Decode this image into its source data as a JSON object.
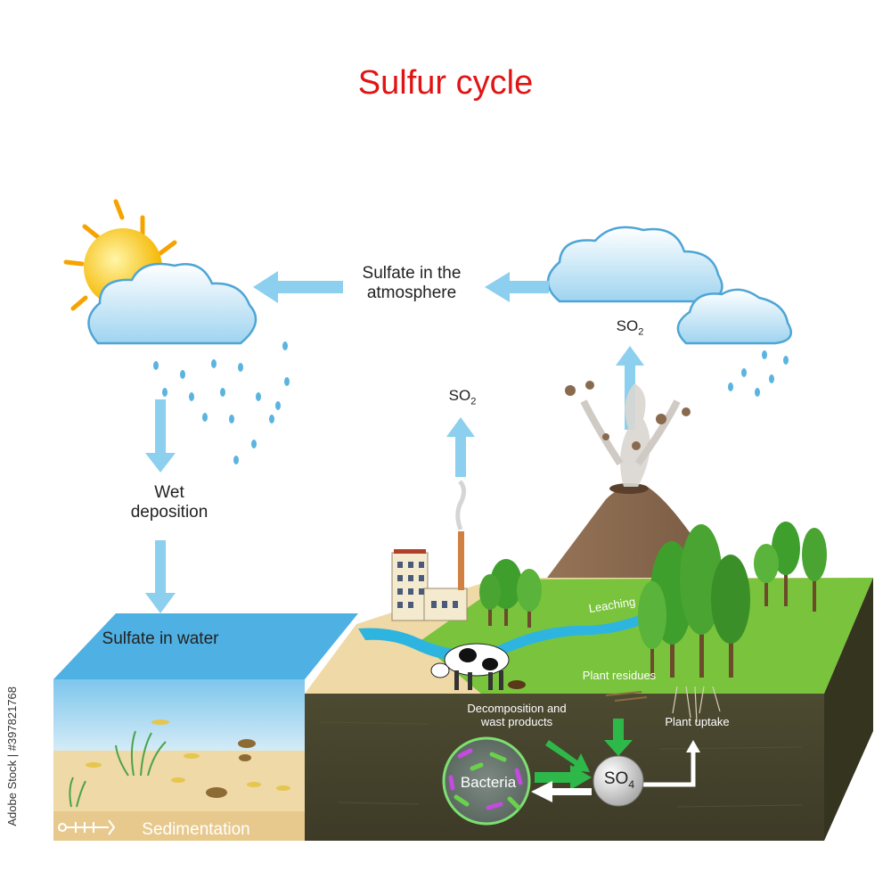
{
  "title": "Sulfur cycle",
  "labels": {
    "sulfate_atmosphere": "Sulfate in the atmosphere",
    "wet_deposition": "Wet deposition",
    "sulfate_water": "Sulfate in water",
    "sedimentation": "Sedimentation",
    "so2_factory": "SO",
    "so2_volcano": "SO",
    "so2_subscript": "2",
    "leaching": "Leaching",
    "plant_residues": "Plant residues",
    "decomposition": "Decomposition and wast products",
    "plant_uptake": "Plant uptake",
    "bacteria": "Bacteria",
    "so4": "SO",
    "so4_subscript": "4"
  },
  "watermark": "Adobe Stock | #397821768",
  "colors": {
    "title": "#e11414",
    "arrow_blue": "#8ccfee",
    "arrow_green": "#2fb84a",
    "water": "#7fc8ea",
    "sand": "#efd9a6",
    "soil": "#46462e",
    "grass": "#79c43c",
    "volcano": "#8d6a4f"
  }
}
